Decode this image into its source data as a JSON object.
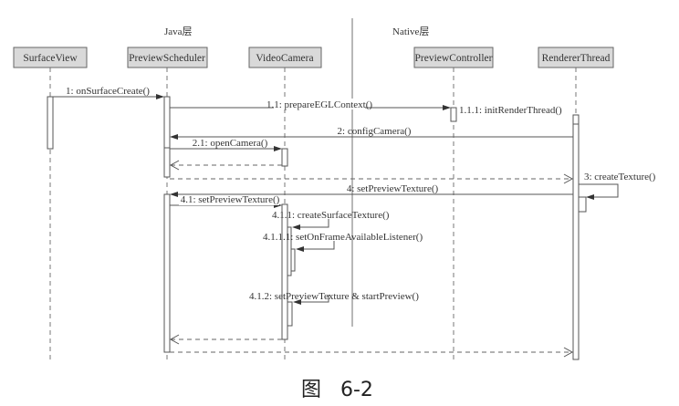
{
  "layers": {
    "java": "Java层",
    "native": "Native层"
  },
  "participants": [
    {
      "id": "surfaceview",
      "label": "SurfaceView"
    },
    {
      "id": "previewscheduler",
      "label": "PreviewScheduler"
    },
    {
      "id": "videocamera",
      "label": "VideoCamera"
    },
    {
      "id": "previewcontroller",
      "label": "PreviewController"
    },
    {
      "id": "rendererthread",
      "label": "RendererThread"
    }
  ],
  "messages": [
    {
      "id": "m1",
      "label": "1: onSurfaceCreate()",
      "from": "surfaceview",
      "to": "previewscheduler",
      "kind": "sync"
    },
    {
      "id": "m1_1",
      "label": "1.1: prepareEGLContext()",
      "from": "previewscheduler",
      "to": "previewcontroller",
      "kind": "sync"
    },
    {
      "id": "m1_1_1",
      "label": "1.1.1: initRenderThread()",
      "from": "previewcontroller",
      "to": "rendererthread",
      "kind": "sync"
    },
    {
      "id": "m2",
      "label": "2: configCamera()",
      "from": "rendererthread",
      "to": "previewscheduler",
      "kind": "sync"
    },
    {
      "id": "m2_1",
      "label": "2.1: openCamera()",
      "from": "previewscheduler",
      "to": "videocamera",
      "kind": "sync"
    },
    {
      "id": "r2_1",
      "label": "",
      "from": "videocamera",
      "to": "previewscheduler",
      "kind": "return"
    },
    {
      "id": "r2",
      "label": "",
      "from": "previewscheduler",
      "to": "rendererthread",
      "kind": "return"
    },
    {
      "id": "m3",
      "label": "3: createTexture()",
      "from": "rendererthread",
      "to": "rendererthread",
      "kind": "self"
    },
    {
      "id": "m4",
      "label": "4: setPreviewTexture()",
      "from": "rendererthread",
      "to": "previewscheduler",
      "kind": "sync"
    },
    {
      "id": "m4_1",
      "label": "4.1: setPreviewTexture()",
      "from": "previewscheduler",
      "to": "videocamera",
      "kind": "sync"
    },
    {
      "id": "m4_1_1",
      "label": "4.1.1: createSurfaceTexture()",
      "from": "videocamera",
      "to": "videocamera",
      "kind": "self"
    },
    {
      "id": "m4_1_1_1",
      "label": "4.1.1.1: setOnFrameAvailableListener()",
      "from": "videocamera",
      "to": "videocamera",
      "kind": "self"
    },
    {
      "id": "m4_1_2",
      "label": "4.1.2: setPreviewTexture & startPreview()",
      "from": "videocamera",
      "to": "videocamera",
      "kind": "self"
    },
    {
      "id": "r4_1",
      "label": "",
      "from": "videocamera",
      "to": "previewscheduler",
      "kind": "return"
    },
    {
      "id": "r4",
      "label": "",
      "from": "previewscheduler",
      "to": "rendererthread",
      "kind": "return"
    }
  ],
  "caption": {
    "prefix": "图",
    "number": "6-2"
  }
}
